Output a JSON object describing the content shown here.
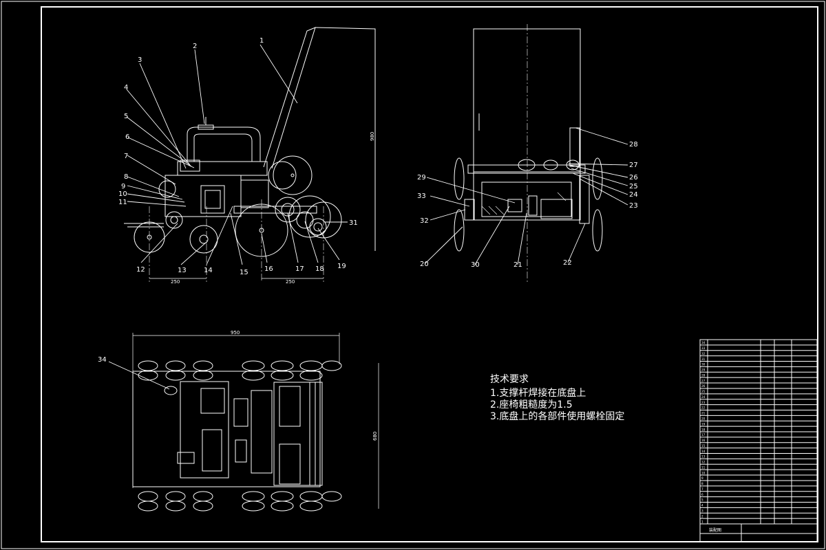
{
  "tech_requirements": {
    "heading": "技术要求",
    "items": [
      "1.支撑杆焊接在底盘上",
      "2.座椅粗糙度为1.5",
      "3.底盘上的各部件使用螺栓固定"
    ]
  },
  "front_view": {
    "callouts": [
      "1",
      "2",
      "3",
      "4",
      "5",
      "6",
      "7",
      "8",
      "9",
      "10",
      "11",
      "12",
      "13",
      "14",
      "15",
      "16",
      "17",
      "18",
      "19",
      "31"
    ],
    "dimensions": {
      "height": "980",
      "wheel_left": "250",
      "wheel_right": "250"
    }
  },
  "side_view": {
    "callouts": [
      "20",
      "21",
      "22",
      "23",
      "24",
      "25",
      "26",
      "27",
      "28",
      "29",
      "30",
      "32",
      "33"
    ]
  },
  "top_view": {
    "callouts": [
      "34"
    ],
    "dimensions": {
      "width": "950",
      "depth": "680"
    }
  },
  "bom": {
    "row_numbers": [
      "34",
      "33",
      "32",
      "31",
      "30",
      "29",
      "28",
      "27",
      "26",
      "25",
      "24",
      "23",
      "22",
      "21",
      "20",
      "19",
      "18",
      "17",
      "16",
      "15",
      "14",
      "13",
      "12",
      "11",
      "10",
      "9",
      "8",
      "7",
      "6",
      "5",
      "4",
      "3",
      "2",
      "1"
    ],
    "title": "装配图"
  }
}
